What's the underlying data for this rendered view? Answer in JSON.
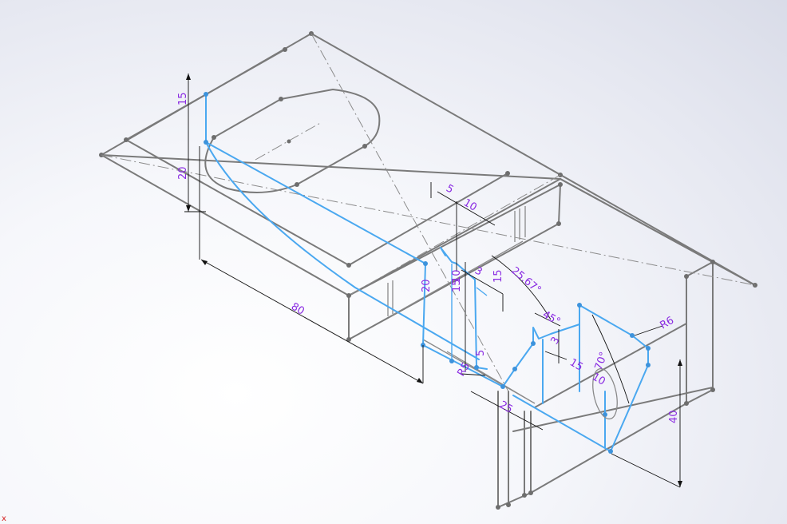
{
  "drawing": {
    "dimensions": [
      "15",
      "20",
      "80",
      "5",
      "10",
      "20",
      "15",
      "3",
      "10",
      "15",
      "25.67°",
      "45°",
      "R6",
      "3",
      "5",
      "15",
      "10",
      "70°",
      "R5",
      "25",
      "40"
    ]
  },
  "origin_label": "x"
}
